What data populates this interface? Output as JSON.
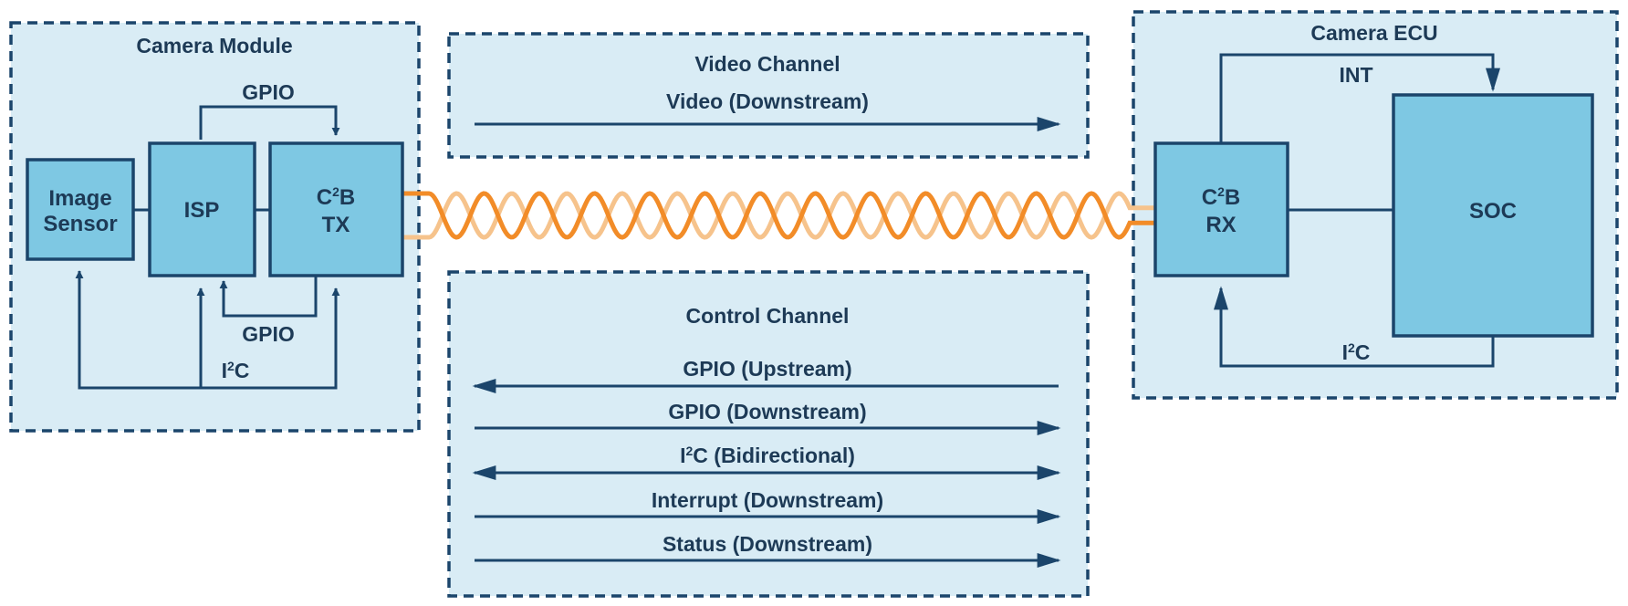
{
  "zones": {
    "camera_module": "Camera Module",
    "video_channel": "Video Channel",
    "control_channel": "Control Channel",
    "camera_ecu": "Camera ECU"
  },
  "blocks": {
    "image_sensor": [
      "Image",
      "Sensor"
    ],
    "isp": "ISP",
    "c2b_tx": {
      "base": "C",
      "sup": "2",
      "tail": "B",
      "line2": "TX"
    },
    "c2b_rx": {
      "base": "C",
      "sup": "2",
      "tail": "B",
      "line2": "RX"
    },
    "soc": "SOC"
  },
  "wire_labels": {
    "gpio_top": "GPIO",
    "gpio_bottom": "GPIO",
    "i2c_module": {
      "base": "I",
      "sup": "2",
      "tail": "C"
    },
    "int": "INT",
    "i2c_ecu": {
      "base": "I",
      "sup": "2",
      "tail": "C"
    }
  },
  "video_signals": [
    "Video (Downstream)"
  ],
  "control_signals": {
    "gpio_up": "GPIO (Upstream)",
    "gpio_down": "GPIO (Downstream)",
    "i2c_bidir": {
      "base": "I",
      "sup": "2",
      "tail": "C (Bidirectional)"
    },
    "interrupt": "Interrupt (Downstream)",
    "status": "Status (Downstream)"
  },
  "colors": {
    "zone_fill": "#d9ecf5",
    "block_fill": "#7ec8e3",
    "line": "#1b456b",
    "text": "#1d3a56",
    "cable_front": "#f28c28",
    "cable_back": "#f6c38c"
  }
}
